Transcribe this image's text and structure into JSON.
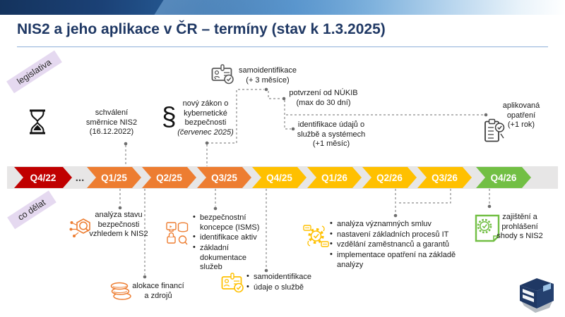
{
  "slide": {
    "title": "NIS2 a jeho aplikace v ČR – termíny (stav k 1.3.2025)"
  },
  "tags": {
    "legislativa": "legislativa",
    "co_delat": "co dělat"
  },
  "timeline": {
    "ellipsis": "...",
    "quarters": [
      {
        "label": "Q4/22",
        "color": "#c00000"
      },
      {
        "label": "Q1/25",
        "color": "#ed7d31"
      },
      {
        "label": "Q2/25",
        "color": "#ed7d31"
      },
      {
        "label": "Q3/25",
        "color": "#ed7d31"
      },
      {
        "label": "Q4/25",
        "color": "#ffc000"
      },
      {
        "label": "Q1/26",
        "color": "#ffc000"
      },
      {
        "label": "Q2/26",
        "color": "#ffc000"
      },
      {
        "label": "Q3/26",
        "color": "#ffc000"
      },
      {
        "label": "Q4/26",
        "color": "#72bf44"
      }
    ]
  },
  "legislativa": {
    "smernice": {
      "l1": "schválení",
      "l2": "směrnice NIS2",
      "l3": "(16.12.2022)"
    },
    "zakon": {
      "symbol": "§",
      "l1": "nový zákon o",
      "l2": "kybernetické",
      "l3": "bezpečnosti",
      "date": "(červenec 2025)"
    },
    "samoidentifikace": {
      "l1": "samoidentifikace",
      "l2": "(+ 3 měsíce)"
    },
    "potvrzeni": {
      "l1": "potvrzení od NÚKIB",
      "l2": "(max do 30 dní)"
    },
    "identifikace": {
      "l1": "identifikace údajů o",
      "l2": "službě a systémech",
      "l3": "(+1 měsíc)"
    },
    "aplikovana": {
      "l1": "aplikovaná",
      "l2": "opatření",
      "l3": "(+1 rok)"
    }
  },
  "co_delat": {
    "analyza": {
      "l1": "analýza stavu",
      "l2": "bezpečnosti",
      "l3": "vzhledem k NIS2"
    },
    "alokace": {
      "l1": "alokace financí",
      "l2": "a zdrojů"
    },
    "isms": {
      "bullets": [
        "bezpečnostní koncepce (ISMS)",
        "identifikace aktiv",
        "základní dokumentace služeb"
      ]
    },
    "samoidentifikace": {
      "bullets": [
        "samoidentifikace",
        "údaje o službě"
      ]
    },
    "procesy": {
      "bullets": [
        "analýza významných smluv",
        "nastavení základních procesů IT",
        "vzdělání zaměstnanců a garantů",
        "implementace opatření na základě analýzy"
      ]
    },
    "shoda": {
      "l1": "zajištění a",
      "l2": "prohlášení",
      "l3": "shody s NIS2"
    }
  }
}
